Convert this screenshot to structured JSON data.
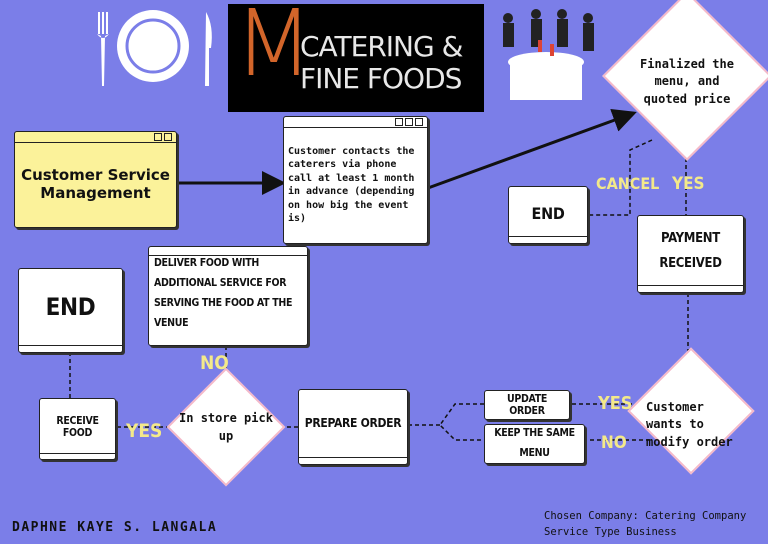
{
  "logo": {
    "letter": "M",
    "line1": "CATERING &",
    "line2": "FINE FOODS"
  },
  "nodes": {
    "csm": "Customer Service Management",
    "contact": "Customer contacts the caterers via phone call at least 1 month in advance (depending on how big the event is)",
    "finalized": "Finalized the menu, and quoted price",
    "end_top": "END",
    "payment": "PAYMENT RECEIVED",
    "deliver": "DELIVER FOOD WITH ADDITIONAL SERVICE FOR SERVING THE FOOD AT THE VENUE",
    "end_left": "END",
    "receive": "RECEIVE FOOD",
    "instore": "In store pick up",
    "prepare": "PREPARE ORDER",
    "update": "UPDATE ORDER",
    "keep": "KEEP THE SAME MENU",
    "modify": "Customer wants to modify order"
  },
  "labels": {
    "cancel": "CANCEL",
    "yes_top": "YES",
    "no_instore": "NO",
    "yes_receive": "YES",
    "yes_update": "YES",
    "no_keep": "NO"
  },
  "footer": {
    "author": "DAPHNE KAYE S. LANGALA",
    "company": "Chosen Company: Catering Company",
    "type": "Service Type Business"
  }
}
